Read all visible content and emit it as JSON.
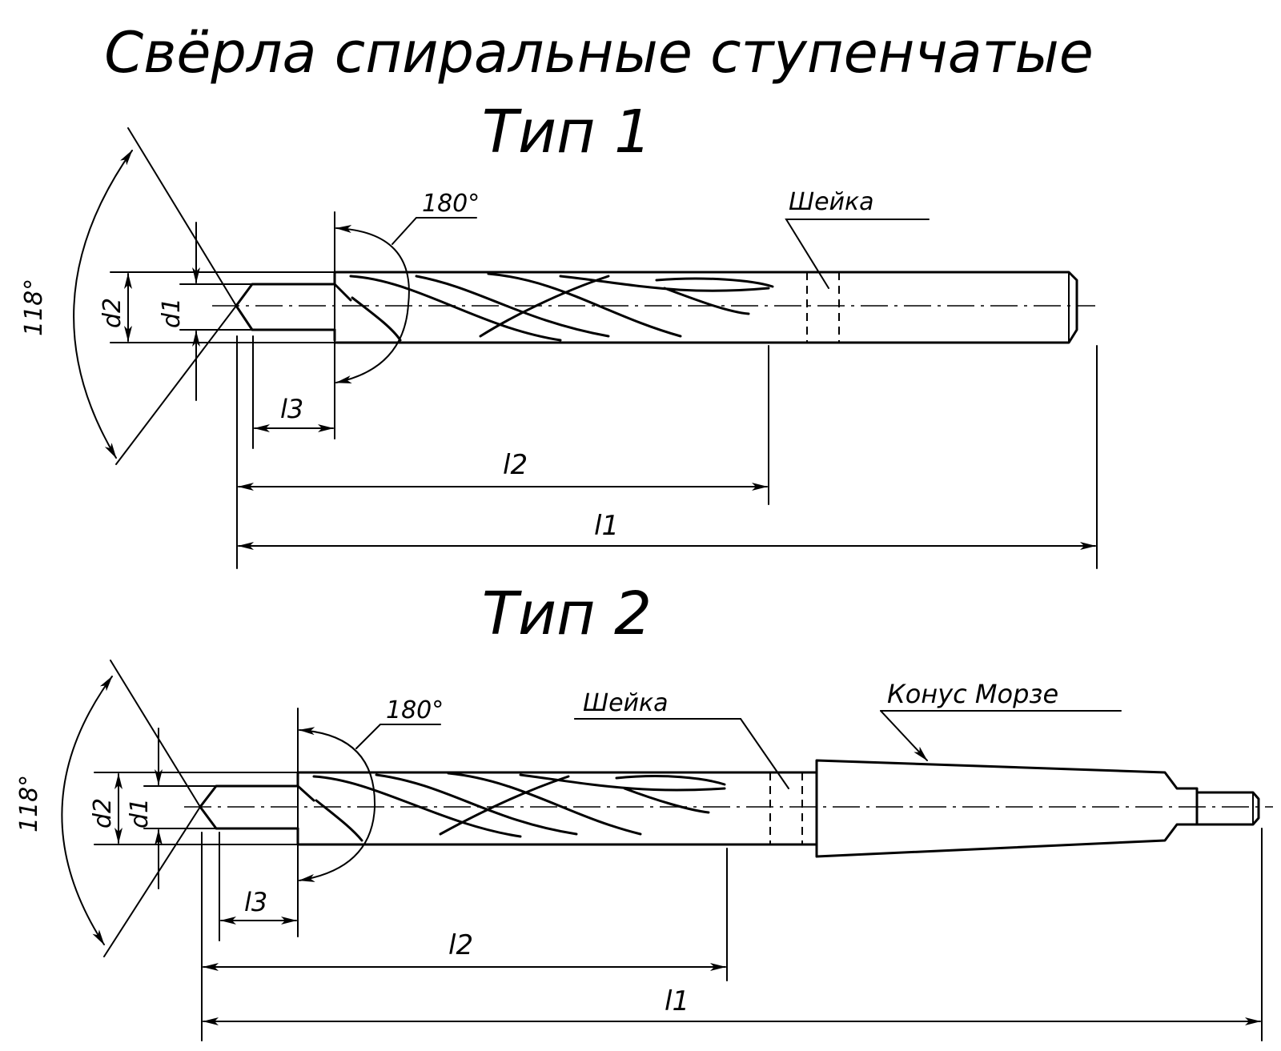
{
  "title": "Свёрла спиральные ступенчатые",
  "type1": {
    "heading": "Тип 1",
    "angle_point": "118°",
    "angle_step": "180°",
    "neck": "Шейка",
    "d2": "d2",
    "d1": "d1",
    "l3": "l3",
    "l2": "l2",
    "l1": "l1"
  },
  "type2": {
    "heading": "Тип 2",
    "angle_point": "118°",
    "angle_step": "180°",
    "neck": "Шейка",
    "morse": "Конус Морзе",
    "d2": "d2",
    "d1": "d1",
    "l3": "l3",
    "l2": "l2",
    "l1": "l1"
  }
}
